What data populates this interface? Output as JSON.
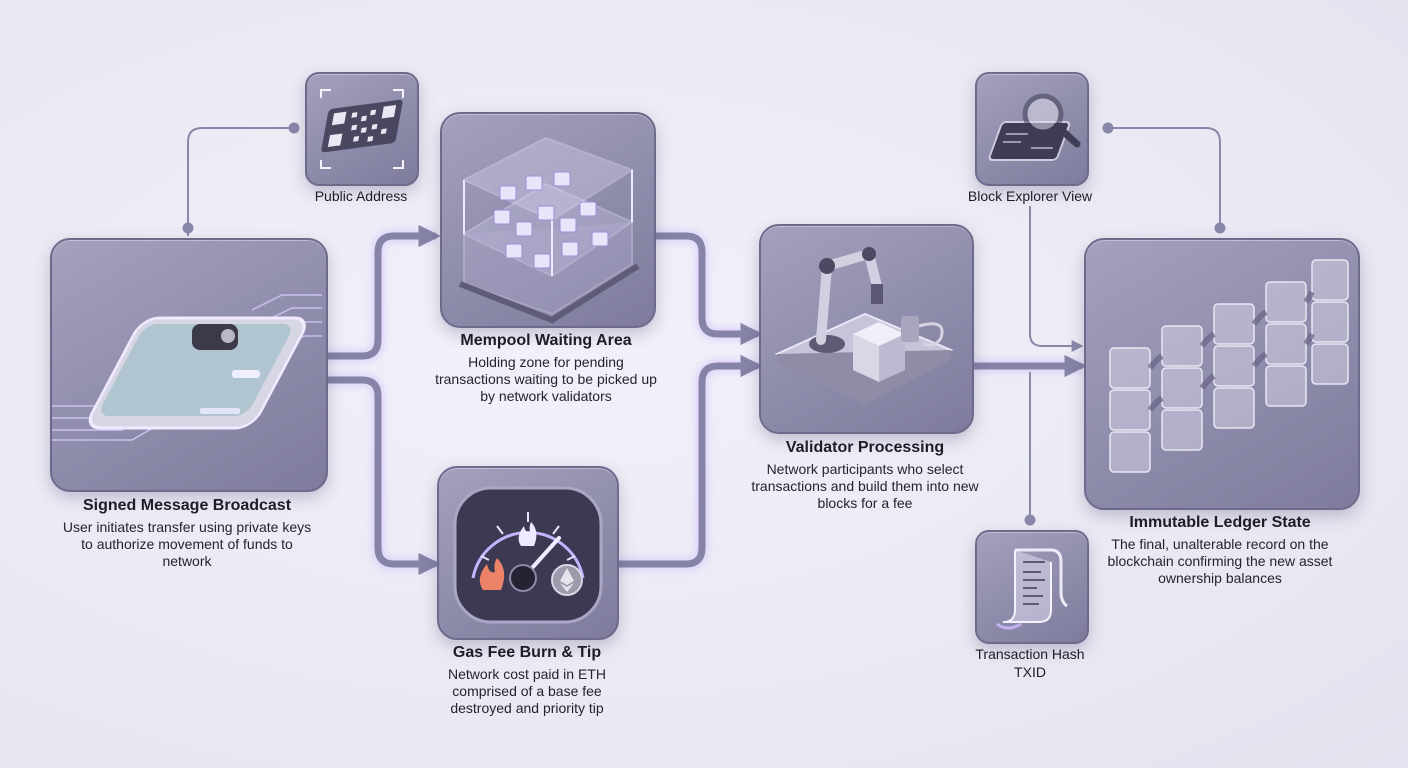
{
  "nodes": {
    "signed_message": {
      "title": "Signed Message Broadcast",
      "description": "User initiates transfer using private keys to authorize movement of funds to network",
      "icon": "wallet-icon"
    },
    "public_address": {
      "label": "Public Address",
      "icon": "qr-code-icon"
    },
    "mempool": {
      "title": "Mempool Waiting Area",
      "description": "Holding zone for pending transactions waiting to be picked up by network validators",
      "icon": "glass-container-icon"
    },
    "gas_fee": {
      "title": "Gas Fee Burn & Tip",
      "description": "Network cost paid in ETH comprised of a base fee destroyed and priority tip",
      "icon": "gas-gauge-icon"
    },
    "validator": {
      "title": "Validator Processing",
      "description": "Network participants who select transactions and build them into new blocks for a fee",
      "icon": "robotic-arm-icon"
    },
    "block_explorer": {
      "label": "Block Explorer View",
      "icon": "magnifier-tablet-icon"
    },
    "ledger": {
      "title": "Immutable Ledger State",
      "description": "The final, unalterable record on the blockchain confirming the new asset ownership balances",
      "icon": "block-chain-icon"
    },
    "tx_hash": {
      "label": "Transaction Hash",
      "sublabel": "TXID",
      "icon": "receipt-scroll-icon"
    }
  },
  "colors": {
    "connector": "#8583a6",
    "card": "#9794b3",
    "glow": "#c9b6ff",
    "background": "#eceaf4"
  }
}
